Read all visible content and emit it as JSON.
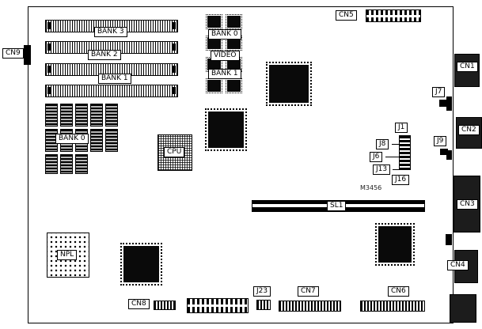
{
  "diagram": {
    "connectors": {
      "cn1": "CN1",
      "cn2": "CN2",
      "cn3": "CN3",
      "cn4": "CN4",
      "cn5": "CN5",
      "cn6": "CN6",
      "cn7": "CN7",
      "cn8": "CN8",
      "cn9": "CN9"
    },
    "jumpers": {
      "j1": "J1",
      "j6": "J6",
      "j7": "J7",
      "j8": "J8",
      "j9": "J9",
      "j13": "J13",
      "j16": "J16",
      "j23": "J23"
    },
    "memory": {
      "simm_bank_labels": [
        "BANK 3",
        "BANK 2",
        "BANK 1"
      ],
      "dram_bank_label": "BANK 0",
      "video_area_labels": [
        "BANK 0",
        "VIDEO",
        "BANK 1"
      ]
    },
    "chips": {
      "cpu": "CPU",
      "npl": "NPL"
    },
    "slots": {
      "sl1": "SL1"
    },
    "silkscreen_text": "M3456",
    "colors": {
      "ink": "#000000",
      "paper": "#ffffff",
      "chip_fill": "#0a0a0a"
    }
  }
}
